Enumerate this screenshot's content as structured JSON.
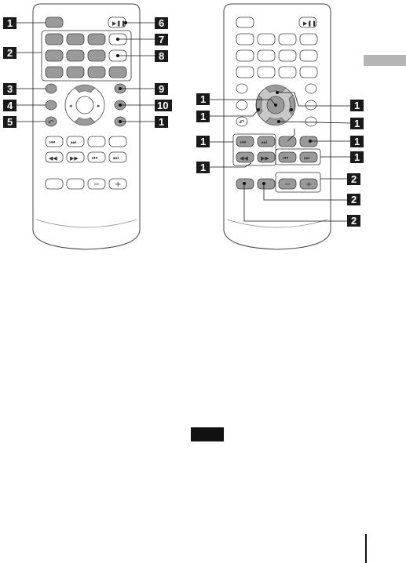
{
  "left_remote": {
    "callouts": [
      "1",
      "2",
      "3",
      "4",
      "5",
      "6",
      "7",
      "8",
      "9",
      "10",
      "1"
    ],
    "glyphs": {
      "play_pause": "▶❚❚",
      "prev": "⏮",
      "next": "⏭",
      "rew": "◀◀",
      "ff": "▶▶",
      "minus": "−",
      "plus": "+",
      "return": "↶"
    }
  },
  "right_remote": {
    "callouts": [
      "1",
      "1",
      "1",
      "1",
      "1",
      "1",
      "1",
      "1",
      "2",
      "2",
      "2"
    ],
    "glyphs": {
      "play_pause": "▶❚❚",
      "prev": "⏮",
      "next": "⏭",
      "rew": "◀◀",
      "ff": "▶▶",
      "minus": "−",
      "plus": "+",
      "return": "↶"
    }
  },
  "colors": {
    "outline": "#444444",
    "button_fill": "#9a9a9a",
    "callout_bg": "#1a1a1a",
    "side_tab": "#b5b5b5",
    "note_box": "#111111"
  }
}
